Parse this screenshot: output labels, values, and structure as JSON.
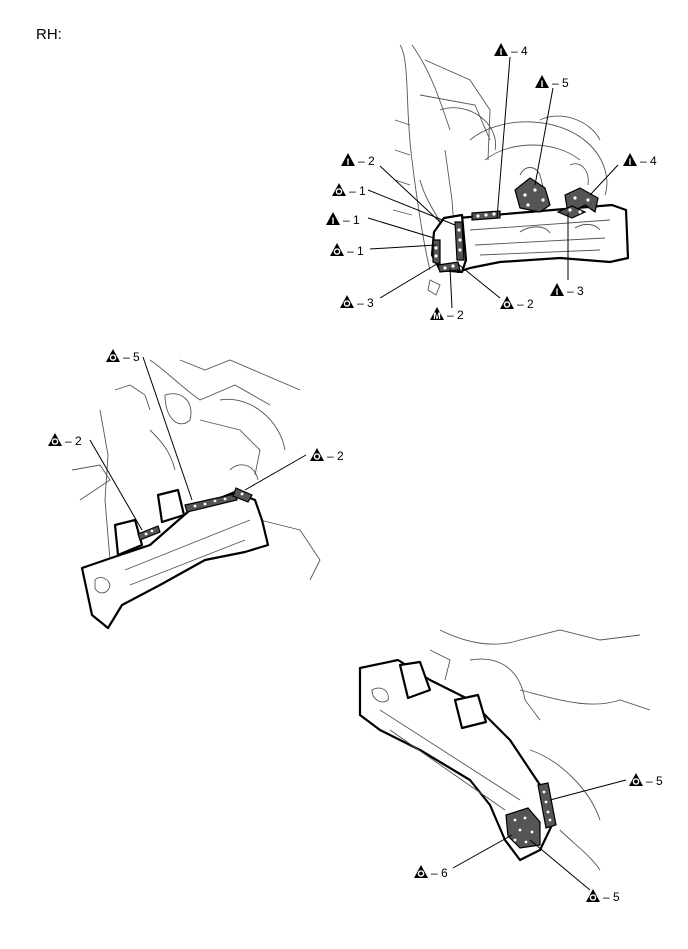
{
  "page_label": "RH:",
  "callouts": [
    {
      "id": "c1",
      "symbol": "I",
      "number": "4"
    },
    {
      "id": "c2",
      "symbol": "I",
      "number": "5"
    },
    {
      "id": "c3",
      "symbol": "I",
      "number": "2"
    },
    {
      "id": "c4",
      "symbol": "I",
      "number": "4"
    },
    {
      "id": "c5",
      "symbol": "O",
      "number": "1"
    },
    {
      "id": "c6",
      "symbol": "I",
      "number": "1"
    },
    {
      "id": "c7",
      "symbol": "O",
      "number": "1"
    },
    {
      "id": "c8",
      "symbol": "O",
      "number": "3"
    },
    {
      "id": "c9",
      "symbol": "O",
      "number": "2"
    },
    {
      "id": "c10",
      "symbol": "I",
      "number": "3"
    },
    {
      "id": "c11",
      "symbol": "M",
      "number": "2"
    },
    {
      "id": "c12",
      "symbol": "O",
      "number": "5"
    },
    {
      "id": "c13",
      "symbol": "O",
      "number": "2"
    },
    {
      "id": "c14",
      "symbol": "O",
      "number": "2"
    },
    {
      "id": "c15",
      "symbol": "O",
      "number": "5"
    },
    {
      "id": "c16",
      "symbol": "O",
      "number": "6"
    },
    {
      "id": "c17",
      "symbol": "O",
      "number": "5"
    }
  ],
  "dash": "–"
}
